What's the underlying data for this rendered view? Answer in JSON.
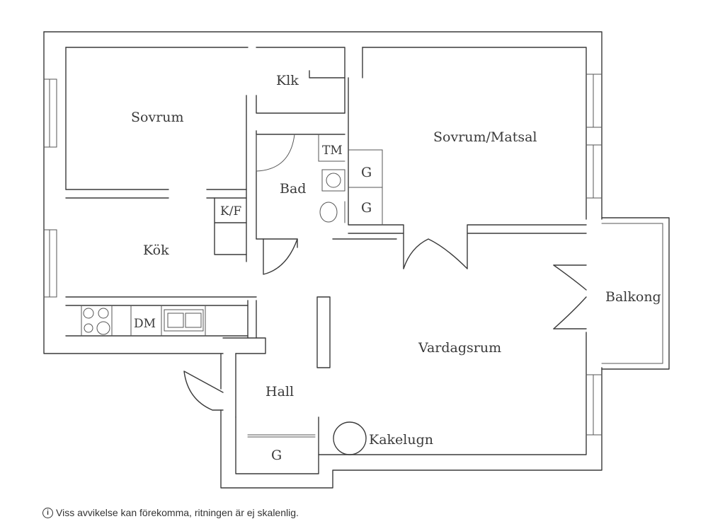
{
  "rooms": {
    "sovrum": "Sovrum",
    "klk": "Klk",
    "sovrum_matsal": "Sovrum/Matsal",
    "tm": "TM",
    "bad": "Bad",
    "g1": "G",
    "g2": "G",
    "kf": "K/F",
    "kok": "Kök",
    "balkong": "Balkong",
    "dm": "DM",
    "vardagsrum": "Vardagsrum",
    "hall": "Hall",
    "kakelugn": "Kakelugn",
    "g3": "G"
  },
  "footer": {
    "icon": "info-icon",
    "disclaimer": "Viss avvikelse kan förekomma, ritningen är ej skalenlig."
  }
}
